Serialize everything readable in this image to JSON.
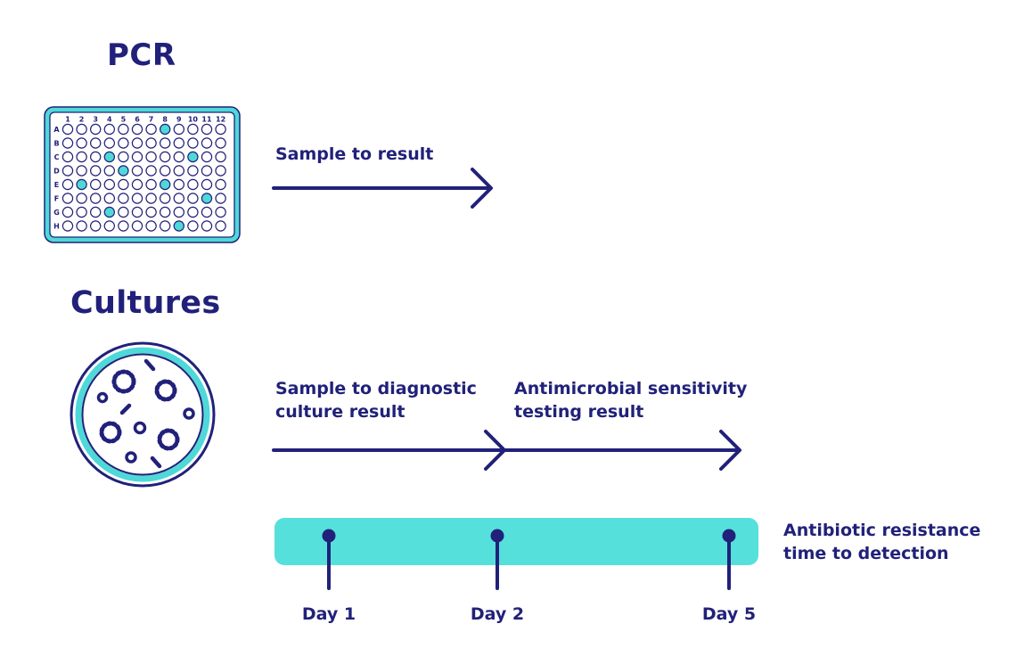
{
  "pcr": {
    "title": "PCR",
    "arrow_label": "Sample to result",
    "plate": {
      "columns": [
        "1",
        "2",
        "3",
        "4",
        "5",
        "6",
        "7",
        "8",
        "9",
        "10",
        "11",
        "12"
      ],
      "rows": [
        "A",
        "B",
        "C",
        "D",
        "E",
        "F",
        "G",
        "H"
      ],
      "filled_wells": [
        [
          0,
          7
        ],
        [
          2,
          3
        ],
        [
          2,
          9
        ],
        [
          3,
          4
        ],
        [
          4,
          1
        ],
        [
          4,
          7
        ],
        [
          5,
          10
        ],
        [
          6,
          3
        ],
        [
          7,
          8
        ]
      ]
    }
  },
  "cultures": {
    "title": "Cultures",
    "arrow1_label": [
      "Sample to diagnostic",
      "culture result"
    ],
    "arrow2_label": [
      "Antimicrobial sensitivity",
      "testing result"
    ]
  },
  "timeline": {
    "days": [
      "Day 1",
      "Day 2",
      "Day 5"
    ],
    "label": [
      "Antibiotic resistance",
      "time to detection"
    ]
  },
  "colors": {
    "navy": "#21217a",
    "teal": "#4fd8d8",
    "bar": "#55e0dc"
  }
}
